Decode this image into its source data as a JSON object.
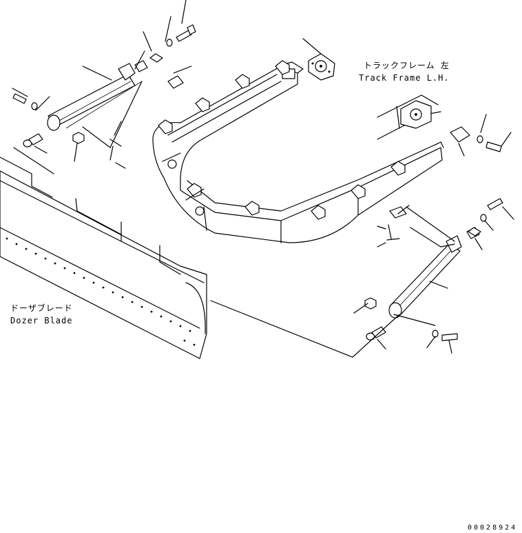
{
  "labels": {
    "track_frame_jp": "トラックフレーム 左",
    "track_frame_en": "Track Frame L.H.",
    "dozer_blade_jp": "ドーザブレード",
    "dozer_blade_en": "Dozer Blade",
    "drawing_code": "00028924"
  }
}
